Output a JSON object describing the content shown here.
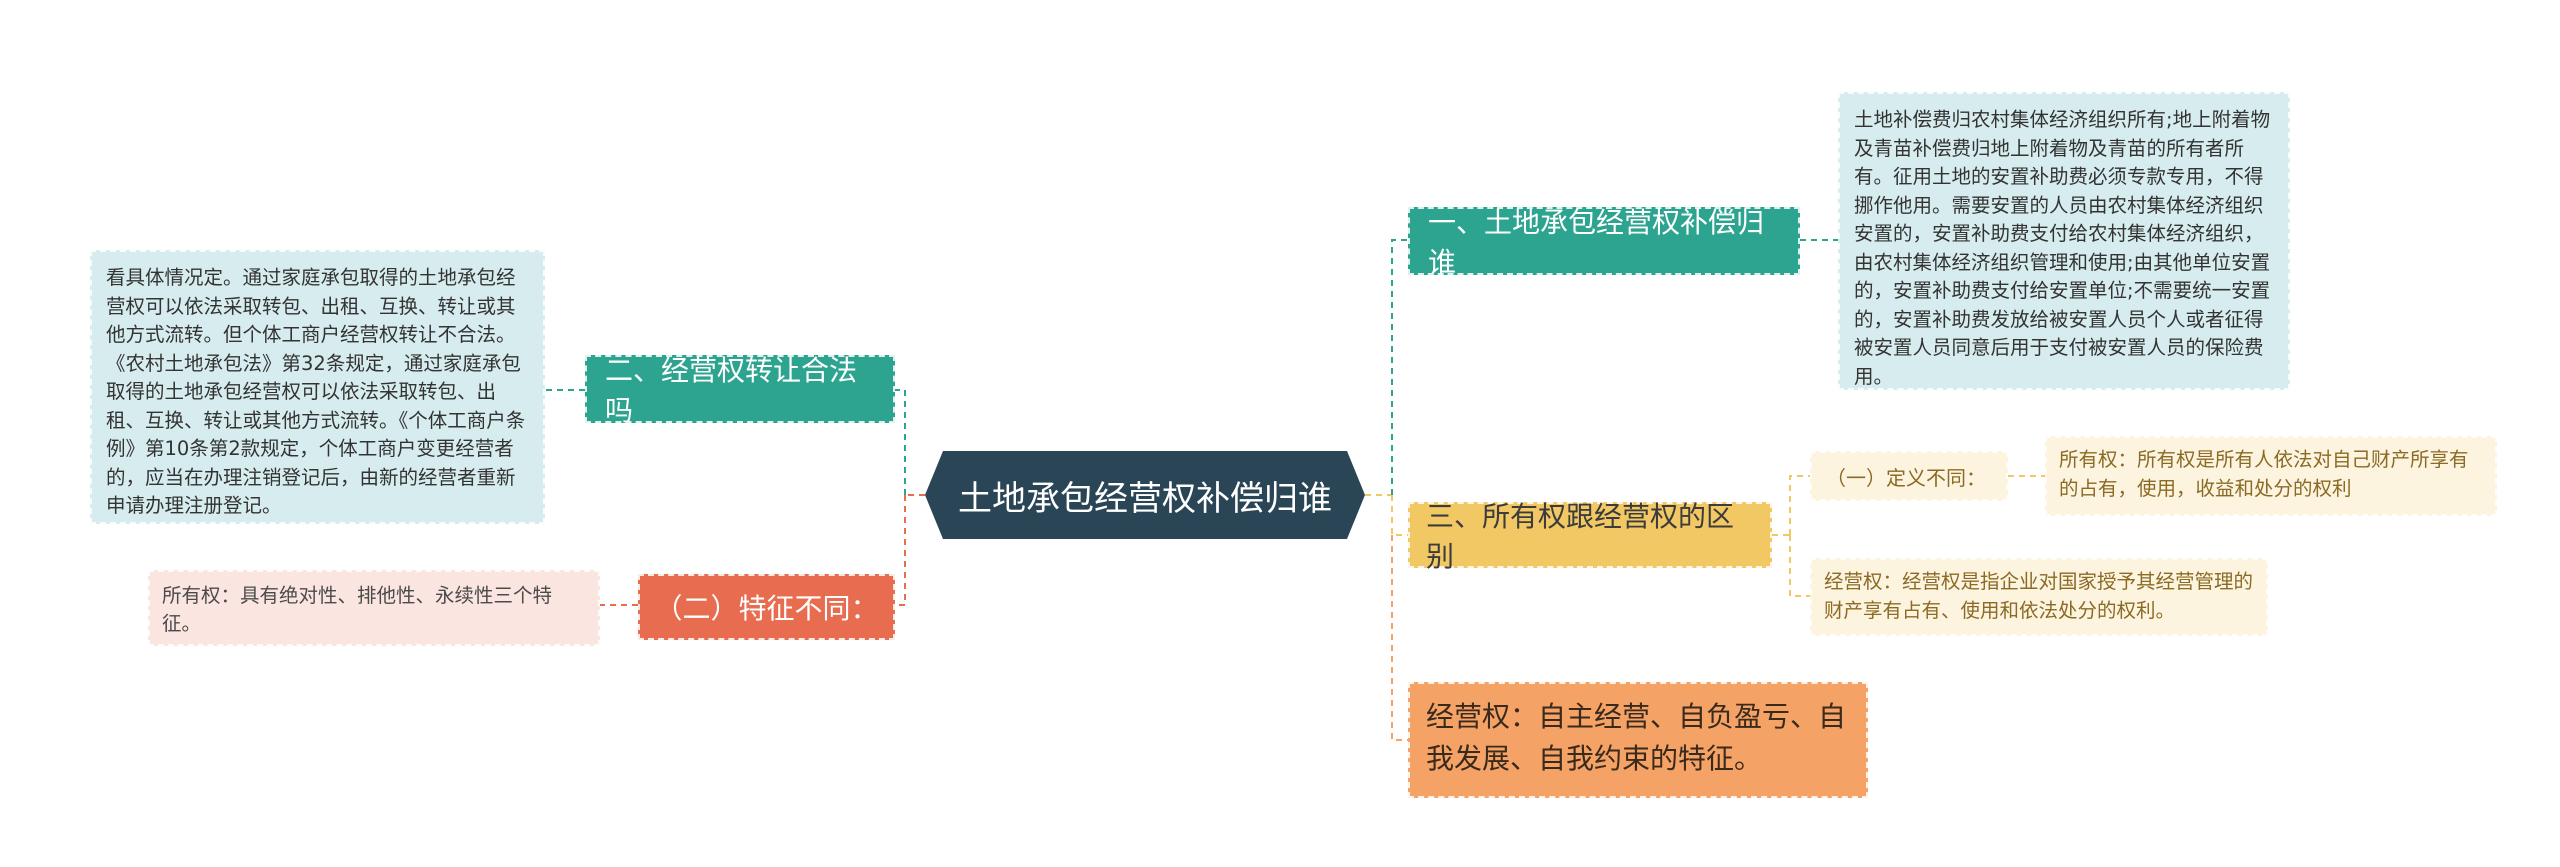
{
  "center": {
    "label": "土地承包经营权补偿归谁"
  },
  "left": {
    "transfer": {
      "label": "二、经营权转让合法吗",
      "note": "看具体情况定。通过家庭承包取得的土地承包经营权可以依法采取转包、出租、互换、转让或其他方式流转。但个体工商户经营权转让不合法。《农村土地承包法》第32条规定，通过家庭承包取得的土地承包经营权可以依法采取转包、出租、互换、转让或其他方式流转。《个体工商户条例》第10条第2款规定，个体工商户变更经营者的，应当在办理注销登记后，由新的经营者重新申请办理注册登记。"
    },
    "features": {
      "label": "（二）特征不同：",
      "note": "所有权：具有绝对性、排他性、永续性三个特征。"
    }
  },
  "right": {
    "compensation": {
      "label": "一、土地承包经营权补偿归谁",
      "note": "土地补偿费归农村集体经济组织所有;地上附着物及青苗补偿费归地上附着物及青苗的所有者所有。征用土地的安置补助费必须专款专用，不得挪作他用。需要安置的人员由农村集体经济组织安置的，安置补助费支付给农村集体经济组织，由农村集体经济组织管理和使用;由其他单位安置的，安置补助费支付给安置单位;不需要统一安置的，安置补助费发放给被安置人员个人或者征得被安置人员同意后用于支付被安置人员的保险费用。"
    },
    "difference": {
      "label": "三、所有权跟经营权的区别",
      "definition_label": "（一）定义不同：",
      "ownership_note": "所有权：所有权是所有人依法对自己财产所享有的占有，使用，收益和处分的权利",
      "management_note": "经营权：经营权是指企业对国家授予其经营管理的财产享有占有、使用和依法处分的权利。"
    },
    "management": {
      "label": "经营权：自主经营、自负盈亏、自我发展、自我约束的特征。"
    }
  },
  "colors": {
    "center": "#2a4556",
    "teal": "#2da48f",
    "teal_light": "#d7ecee",
    "red": "#e86c4f",
    "red_light": "#fbe5e1",
    "yellow": "#f2c864",
    "yellow_light": "#fdf4df",
    "orange": "#f4a265"
  }
}
